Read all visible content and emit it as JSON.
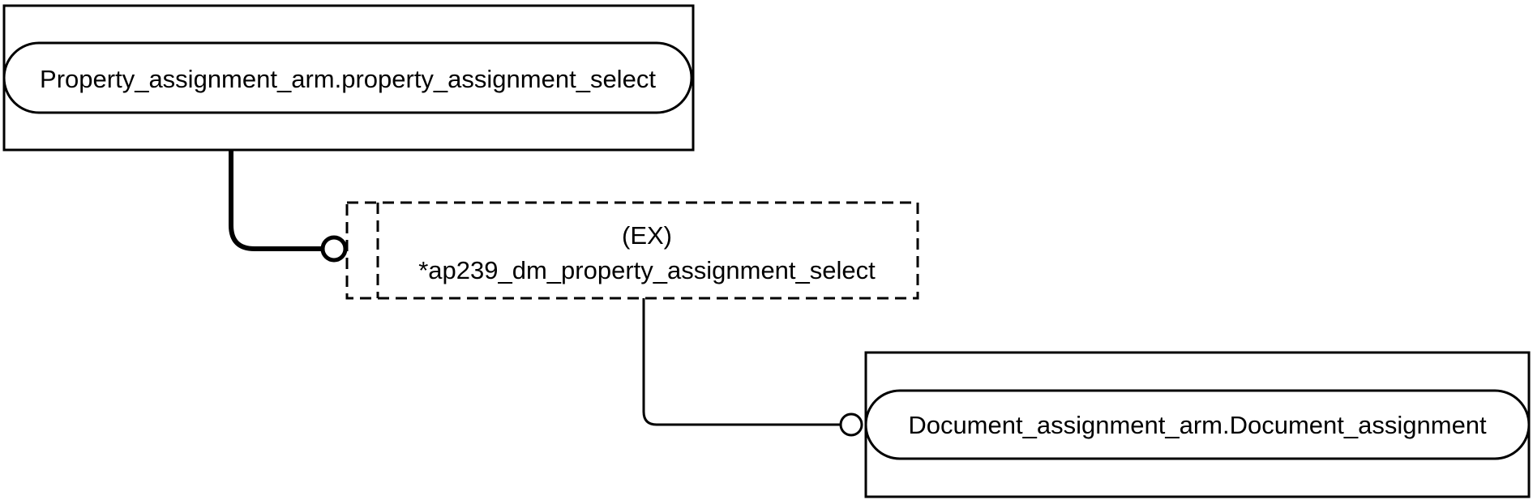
{
  "diagram": {
    "top_entity": {
      "label": "Property_assignment_arm.property_assignment_select"
    },
    "middle_select": {
      "line1": "(EX)",
      "line2": "*ap239_dm_property_assignment_select"
    },
    "bottom_entity": {
      "label": "Document_assignment_arm.Document_assignment"
    }
  }
}
